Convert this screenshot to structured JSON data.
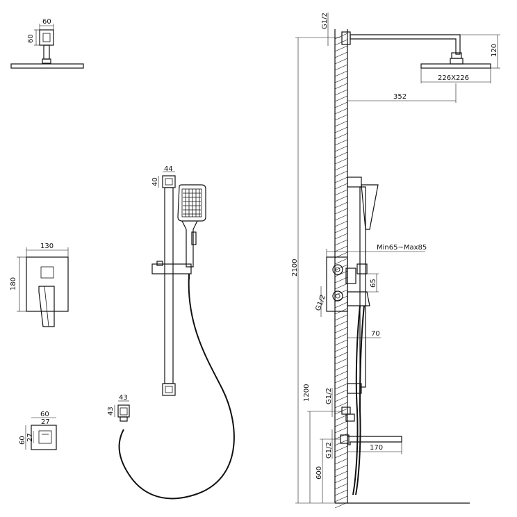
{
  "title": "",
  "colors": {
    "line": "#111111",
    "background": "#ffffff"
  },
  "components": {
    "overhead_shower": {
      "flange_width": "60",
      "flange_height": "60"
    },
    "slide_rail": {
      "bracket_width": "44",
      "bracket_height": "40"
    },
    "mixer_plate": {
      "width": "130",
      "height": "180"
    },
    "wall_outlet": {
      "width": "60",
      "height": "60",
      "inner_width": "27",
      "inner_height": "27"
    },
    "hose_connector": {
      "width": "43",
      "height": "43"
    }
  },
  "side_view": {
    "thread_top": "G1/2",
    "arm_drop": "120",
    "head_size": "226X226",
    "arm_reach": "352",
    "valve_depth_range": "Min65~Max85",
    "valve_offset": "65",
    "thread_valve": "G1/2",
    "spout_offset": "70",
    "total_height": "2100",
    "thread_outlet": "G1/2",
    "outlet_height": "1200",
    "thread_spout": "G1/2",
    "spout_length": "170",
    "spout_height": "600"
  }
}
